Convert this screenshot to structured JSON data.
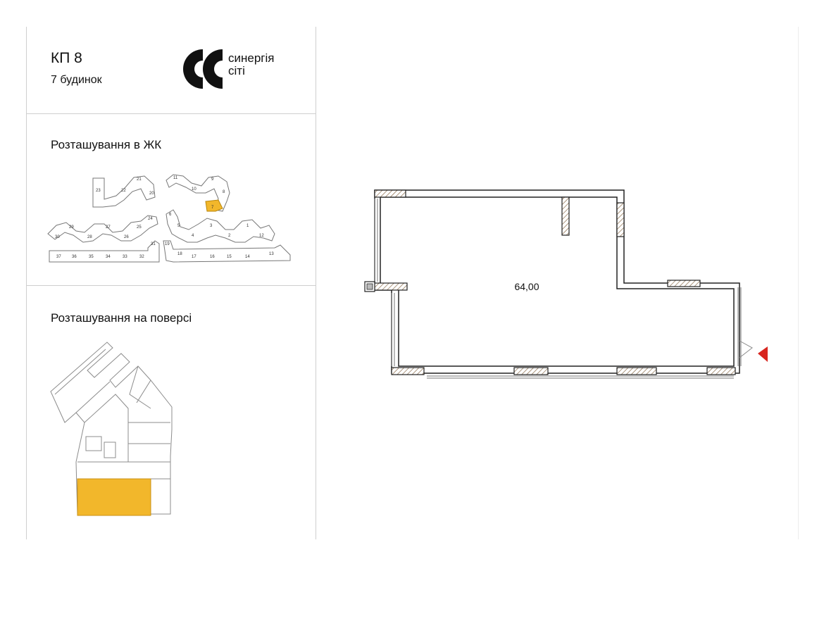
{
  "header": {
    "title": "КП 8",
    "building": "7 будинок",
    "brand_line1": "синергія",
    "brand_line2": "сіті"
  },
  "sections": {
    "complex_location": "Розташування в ЖК",
    "floor_location": "Розташування на поверсі"
  },
  "complex_map": {
    "highlighted_building": "7",
    "highlight_color": "#F2B72B",
    "building_labels": [
      "23",
      "22",
      "21",
      "20",
      "11",
      "10",
      "9",
      "8",
      "7",
      "29",
      "28",
      "27",
      "26",
      "25",
      "24",
      "6",
      "5",
      "4",
      "3",
      "2",
      "1",
      "12",
      "30",
      "37",
      "36",
      "35",
      "34",
      "33",
      "32",
      "31",
      "19",
      "18",
      "17",
      "16",
      "15",
      "14",
      "13"
    ]
  },
  "floor_map": {
    "highlight_color": "#F2B72B"
  },
  "plan": {
    "area": "64,00",
    "entrance_marker_color": "#D8261F"
  }
}
